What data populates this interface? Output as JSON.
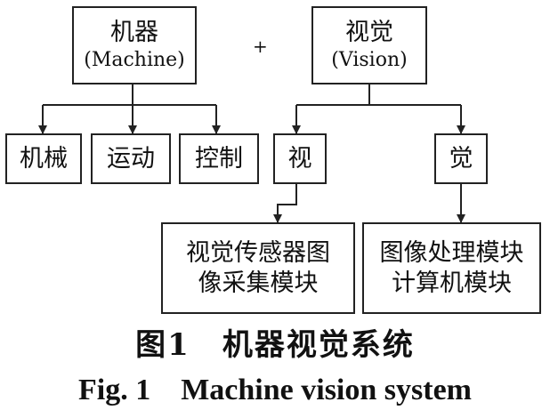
{
  "machine": {
    "zh": "机器",
    "en": "(Machine)"
  },
  "plus": "+",
  "vision": {
    "zh": "视觉",
    "en": "(Vision)"
  },
  "machine_children": [
    "机械",
    "运动",
    "控制"
  ],
  "vision_children": [
    "视",
    "觉"
  ],
  "see_module": [
    "视觉传感器图",
    "像采集模块"
  ],
  "perceive_module": [
    "图像处理模块",
    "计算机模块"
  ],
  "caption": {
    "zh": "图1　机器视觉系统",
    "en": "Fig. 1　Machine vision system"
  }
}
